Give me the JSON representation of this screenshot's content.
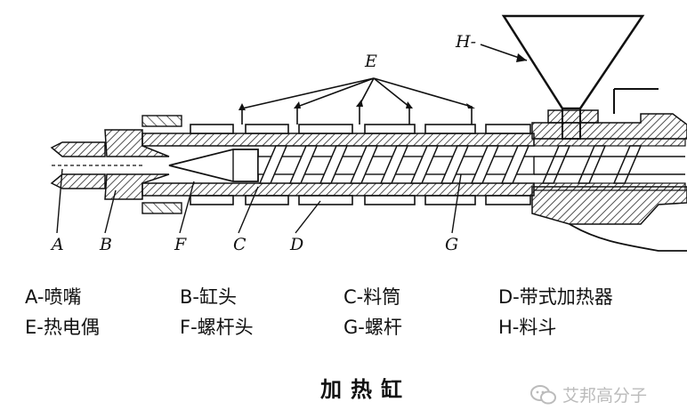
{
  "diagram": {
    "part_labels": {
      "A": "A",
      "B": "B",
      "C": "C",
      "D": "D",
      "E": "E",
      "F": "F",
      "G": "G",
      "H": "H-"
    },
    "legend": [
      [
        "A-喷嘴",
        "B-缸头",
        "C-料筒",
        "D-带式加热器"
      ],
      [
        "E-热电偶",
        "F-螺杆头",
        "G-螺杆",
        "H-料斗"
      ]
    ],
    "caption": "加热缸"
  },
  "watermark": {
    "text": "艾邦高分子",
    "icon": "wechat-icon",
    "color": "#bbbbbb"
  }
}
